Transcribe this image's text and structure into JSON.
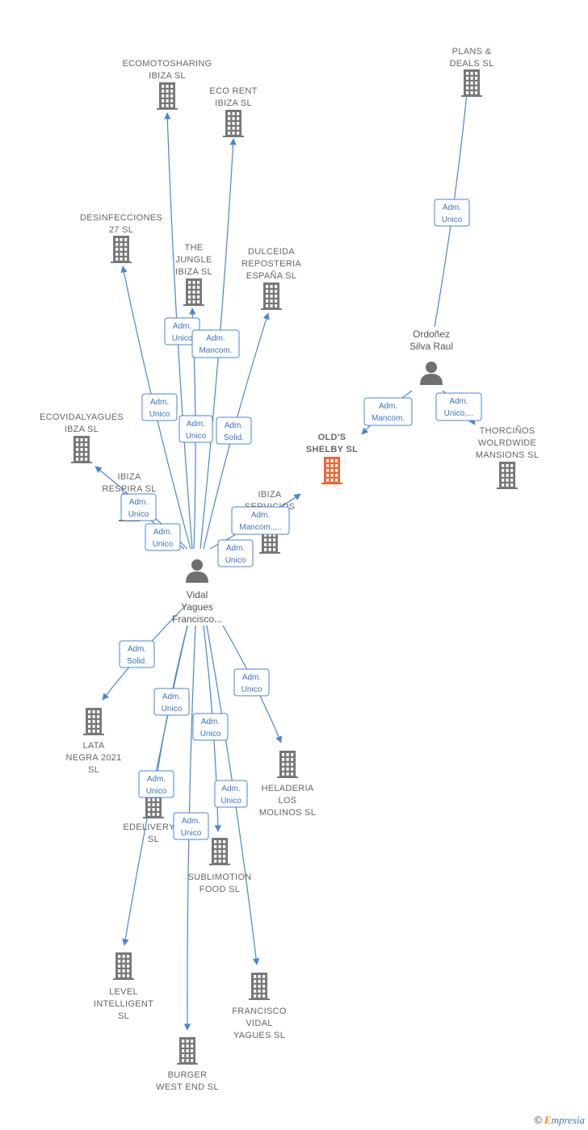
{
  "colors": {
    "edge": "#4a86d4",
    "company": "#777777",
    "focus": "#f26430",
    "person": "#6f6f6f"
  },
  "companies": [
    {
      "id": "ecomotosharing",
      "lines": [
        "ECOMOTOSHARING",
        "IBIZA  SL"
      ]
    },
    {
      "id": "ecorent",
      "lines": [
        "ECO RENT",
        "IBIZA  SL"
      ]
    },
    {
      "id": "plans",
      "lines": [
        "PLANS &",
        "DEALS  SL"
      ]
    },
    {
      "id": "desinfecciones",
      "lines": [
        "DESINFECCIONES",
        "27  SL"
      ]
    },
    {
      "id": "jungle",
      "lines": [
        "THE",
        "JUNGLE",
        "IBIZA  SL"
      ]
    },
    {
      "id": "dulceida",
      "lines": [
        "DULCEIDA",
        "REPOSTERIA",
        "ESPAÑA  SL"
      ]
    },
    {
      "id": "ecovidal",
      "lines": [
        "ECOVIDALYAGUES",
        "IBZA  SL"
      ]
    },
    {
      "id": "oldshelby",
      "lines": [
        "OLD'S",
        "SHELBY  SL"
      ],
      "focus": true
    },
    {
      "id": "thorcinos",
      "lines": [
        "THORCIÑOS",
        "WOLRDWIDE",
        "MANSIONS  SL"
      ]
    },
    {
      "id": "ibizarespira",
      "lines": [
        "IBIZA",
        "RESPIRA  SL"
      ]
    },
    {
      "id": "ibizaservicios",
      "lines": [
        "IBIZA",
        "SERVICIOS"
      ]
    },
    {
      "id": "lata",
      "lines": [
        "LATA",
        "NEGRA 2021",
        "SL"
      ]
    },
    {
      "id": "heladeria",
      "lines": [
        "HELADERIA",
        "LOS",
        "MOLINOS  SL"
      ]
    },
    {
      "id": "edeliveryie",
      "lines": [
        "EDELIVERYIE",
        "SL"
      ]
    },
    {
      "id": "sublimotion",
      "lines": [
        "SUBLIMOTION",
        "FOOD  SL"
      ]
    },
    {
      "id": "level",
      "lines": [
        "LEVEL",
        "INTELLIGENT",
        "SL"
      ]
    },
    {
      "id": "francisco",
      "lines": [
        "FRANCISCO",
        "VIDAL",
        "YAGUES  SL"
      ]
    },
    {
      "id": "burger",
      "lines": [
        "BURGER",
        "WEST END  SL"
      ]
    }
  ],
  "persons": [
    {
      "id": "ordonez",
      "lines": [
        "Ordoñez",
        "Silva Raul"
      ]
    },
    {
      "id": "vidal",
      "lines": [
        "Vidal",
        "Yagues",
        "Francisco..."
      ]
    }
  ],
  "roles": [
    {
      "lines": [
        "Adm.",
        "Unico"
      ]
    },
    {
      "lines": [
        "Adm.",
        "Mancom."
      ]
    },
    {
      "lines": [
        "Adm.",
        "Unico,..."
      ]
    },
    {
      "lines": [
        "Adm.",
        "Unico"
      ]
    },
    {
      "lines": [
        "Adm.",
        "Mancom."
      ]
    },
    {
      "lines": [
        "Adm.",
        "Unico"
      ]
    },
    {
      "lines": [
        "Adm.",
        "Unico"
      ]
    },
    {
      "lines": [
        "Adm.",
        "Solid."
      ]
    },
    {
      "lines": [
        "Adm.",
        "Unico"
      ]
    },
    {
      "lines": [
        "Adm.",
        "Unico"
      ]
    },
    {
      "lines": [
        "Adm.",
        "Mancom.,..."
      ]
    },
    {
      "lines": [
        "Adm.",
        "Unico"
      ]
    },
    {
      "lines": [
        "Adm.",
        "Solid."
      ]
    },
    {
      "lines": [
        "Adm.",
        "Unico"
      ]
    },
    {
      "lines": [
        "Adm.",
        "Unico"
      ]
    },
    {
      "lines": [
        "Adm.",
        "Unico"
      ]
    },
    {
      "lines": [
        "Adm.",
        "Unico"
      ]
    },
    {
      "lines": [
        "Adm.",
        "Unico"
      ]
    },
    {
      "lines": [
        "Adm.",
        "Unico"
      ]
    }
  ],
  "footer": {
    "copyright": "©",
    "brand_initial": "E",
    "brand_rest": "mpresia"
  }
}
